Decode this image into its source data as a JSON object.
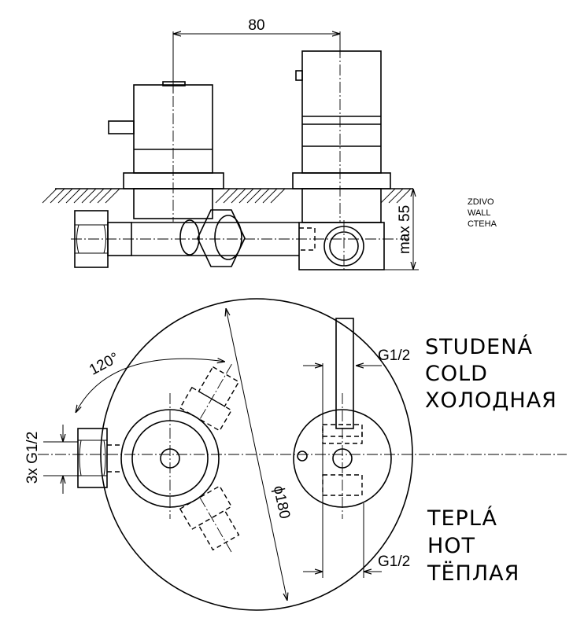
{
  "side_view": {
    "dim_width": "80",
    "dim_depth": "max 55",
    "wall_labels": [
      "ZDIVO",
      "WALL",
      "СТЕНА"
    ]
  },
  "top_view": {
    "angle": "120°",
    "diameter": "ϕ180",
    "inlet_count": "3x G1/2",
    "cold_thread": "G1/2",
    "hot_thread": "G1/2",
    "cold_labels": [
      "STUDENÁ",
      "COLD",
      "ХОЛОДНАЯ"
    ],
    "hot_labels": [
      "TEPLÁ",
      "HOT",
      "ТЁПЛАЯ"
    ]
  }
}
